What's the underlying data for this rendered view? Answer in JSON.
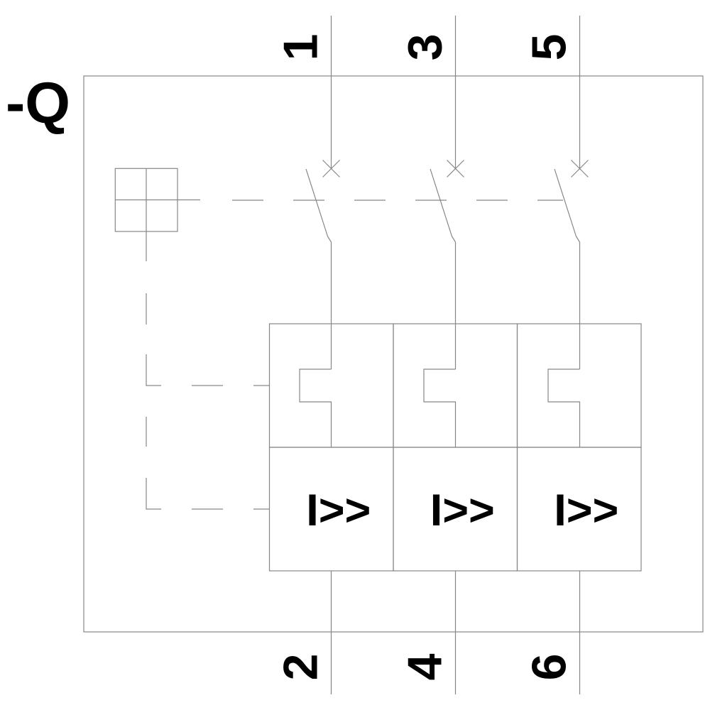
{
  "diagram": {
    "device_tag": "-Q",
    "terminals": {
      "top": [
        "1",
        "3",
        "5"
      ],
      "bottom": [
        "2",
        "4",
        "6"
      ]
    },
    "poles": [
      {
        "top_terminal": "1",
        "bottom_terminal": "2",
        "magnetic_trip_label": "I>>"
      },
      {
        "top_terminal": "3",
        "bottom_terminal": "4",
        "magnetic_trip_label": "I>>"
      },
      {
        "top_terminal": "5",
        "bottom_terminal": "6",
        "magnetic_trip_label": "I>>"
      }
    ],
    "colors": {
      "line": "#878787",
      "text": "#000000",
      "background": "#ffffff"
    }
  }
}
